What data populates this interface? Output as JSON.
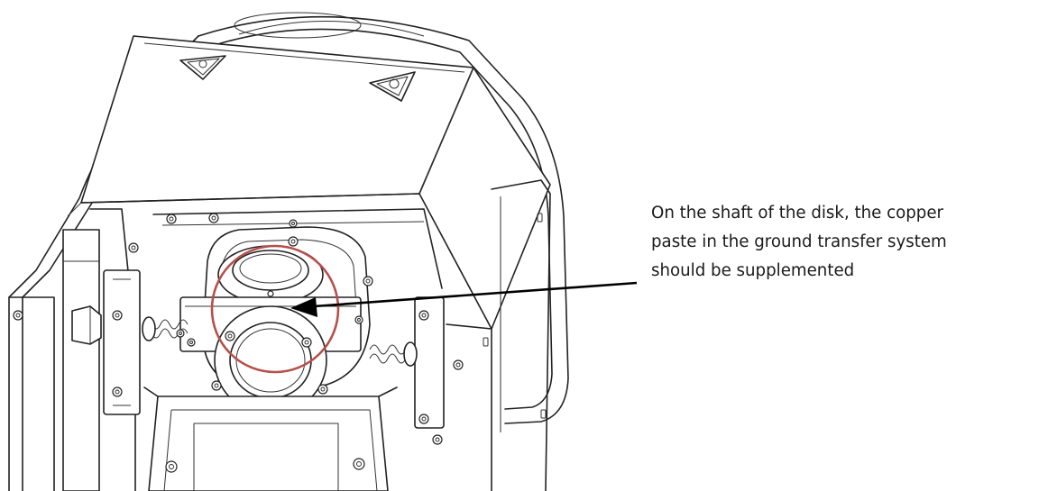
{
  "annotation": {
    "lines": [
      "On the shaft of the disk, the copper",
      "paste in the ground transfer system",
      "should be supplemented"
    ]
  },
  "colors": {
    "highlight_circle": "#b5504c",
    "line_art": "#222222",
    "arrow": "#000000"
  },
  "icons": [
    "warning-triangle-icon",
    "warning-triangle-icon"
  ]
}
